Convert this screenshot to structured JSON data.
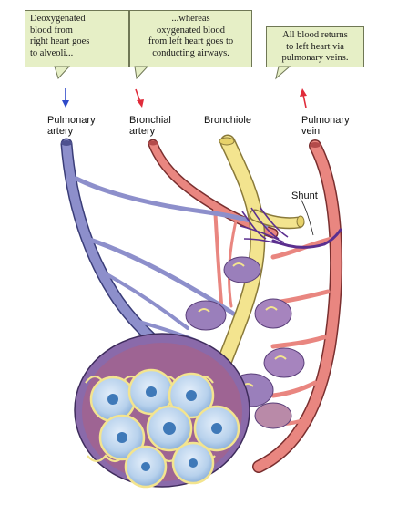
{
  "callouts": [
    {
      "lines": [
        "Deoxygenated",
        "blood from",
        "right heart goes",
        "to alveoli..."
      ]
    },
    {
      "lines": [
        "...whereas",
        "oxygenated blood",
        "from left heart goes to",
        "conducting airways."
      ]
    },
    {
      "lines": [
        "All blood returns",
        "to left heart via",
        "pulmonary veins."
      ]
    }
  ],
  "labels": {
    "pulmonary_artery": [
      "Pulmonary",
      "artery"
    ],
    "bronchial_artery": [
      "Bronchial",
      "artery"
    ],
    "bronchiole": "Bronchiole",
    "pulmonary_vein": [
      "Pulmonary",
      "vein"
    ],
    "shunt": "Shunt"
  },
  "colors": {
    "deoxygenated": "#8d8fcb",
    "oxygenated": "#e98680",
    "airway": "#f3e48f",
    "alveolus": "#b9d3ec",
    "arrow_blue": "#2e49c9",
    "arrow_red": "#e02b3a"
  }
}
